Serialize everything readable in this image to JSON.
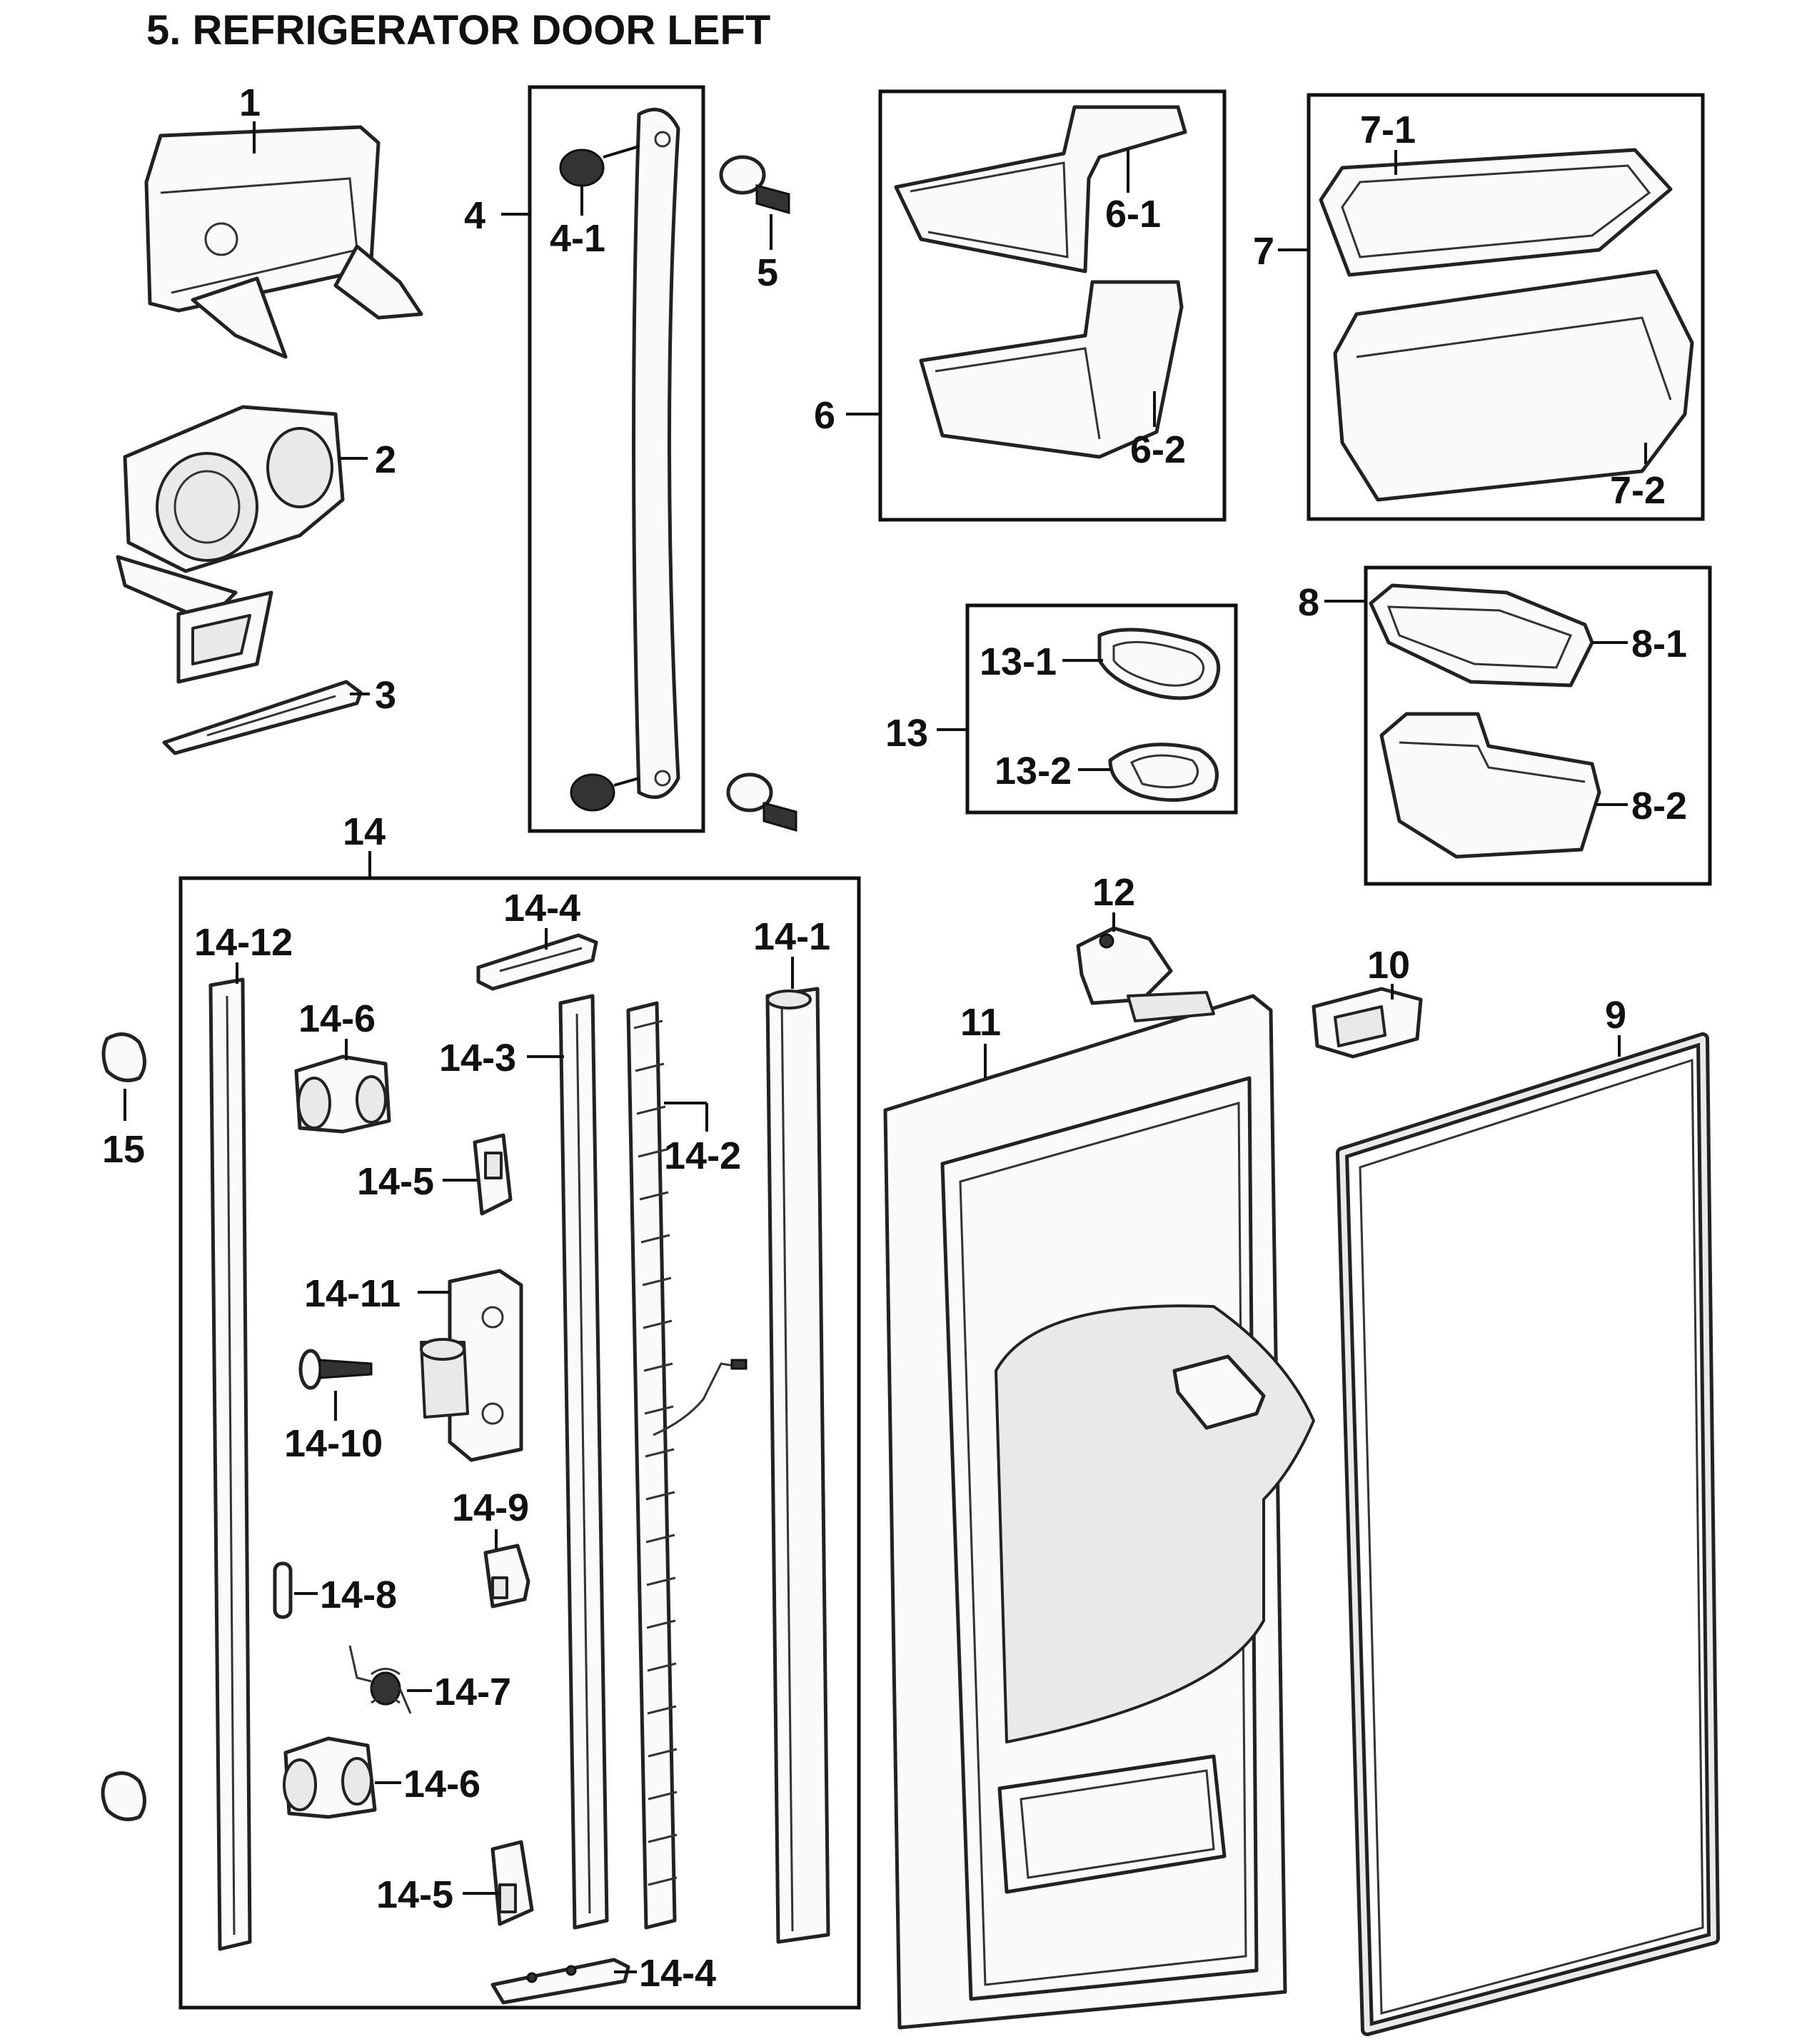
{
  "title": "5.  REFRIGERATOR DOOR LEFT",
  "labels": {
    "p1": "1",
    "p2": "2",
    "p3": "3",
    "p4": "4",
    "p4_1": "4-1",
    "p5": "5",
    "p6": "6",
    "p6_1": "6-1",
    "p6_2": "6-2",
    "p7": "7",
    "p7_1": "7-1",
    "p7_2": "7-2",
    "p8": "8",
    "p8_1": "8-1",
    "p8_2": "8-2",
    "p9": "9",
    "p10": "10",
    "p11": "11",
    "p12": "12",
    "p13": "13",
    "p13_1": "13-1",
    "p13_2": "13-2",
    "p14": "14",
    "p14_1": "14-1",
    "p14_2": "14-2",
    "p14_3": "14-3",
    "p14_4a": "14-4",
    "p14_4b": "14-4",
    "p14_5a": "14-5",
    "p14_5b": "14-5",
    "p14_6a": "14-6",
    "p14_6b": "14-6",
    "p14_7": "14-7",
    "p14_8": "14-8",
    "p14_9": "14-9",
    "p14_10": "14-10",
    "p14_11": "14-11",
    "p14_12": "14-12",
    "p15": "15"
  }
}
